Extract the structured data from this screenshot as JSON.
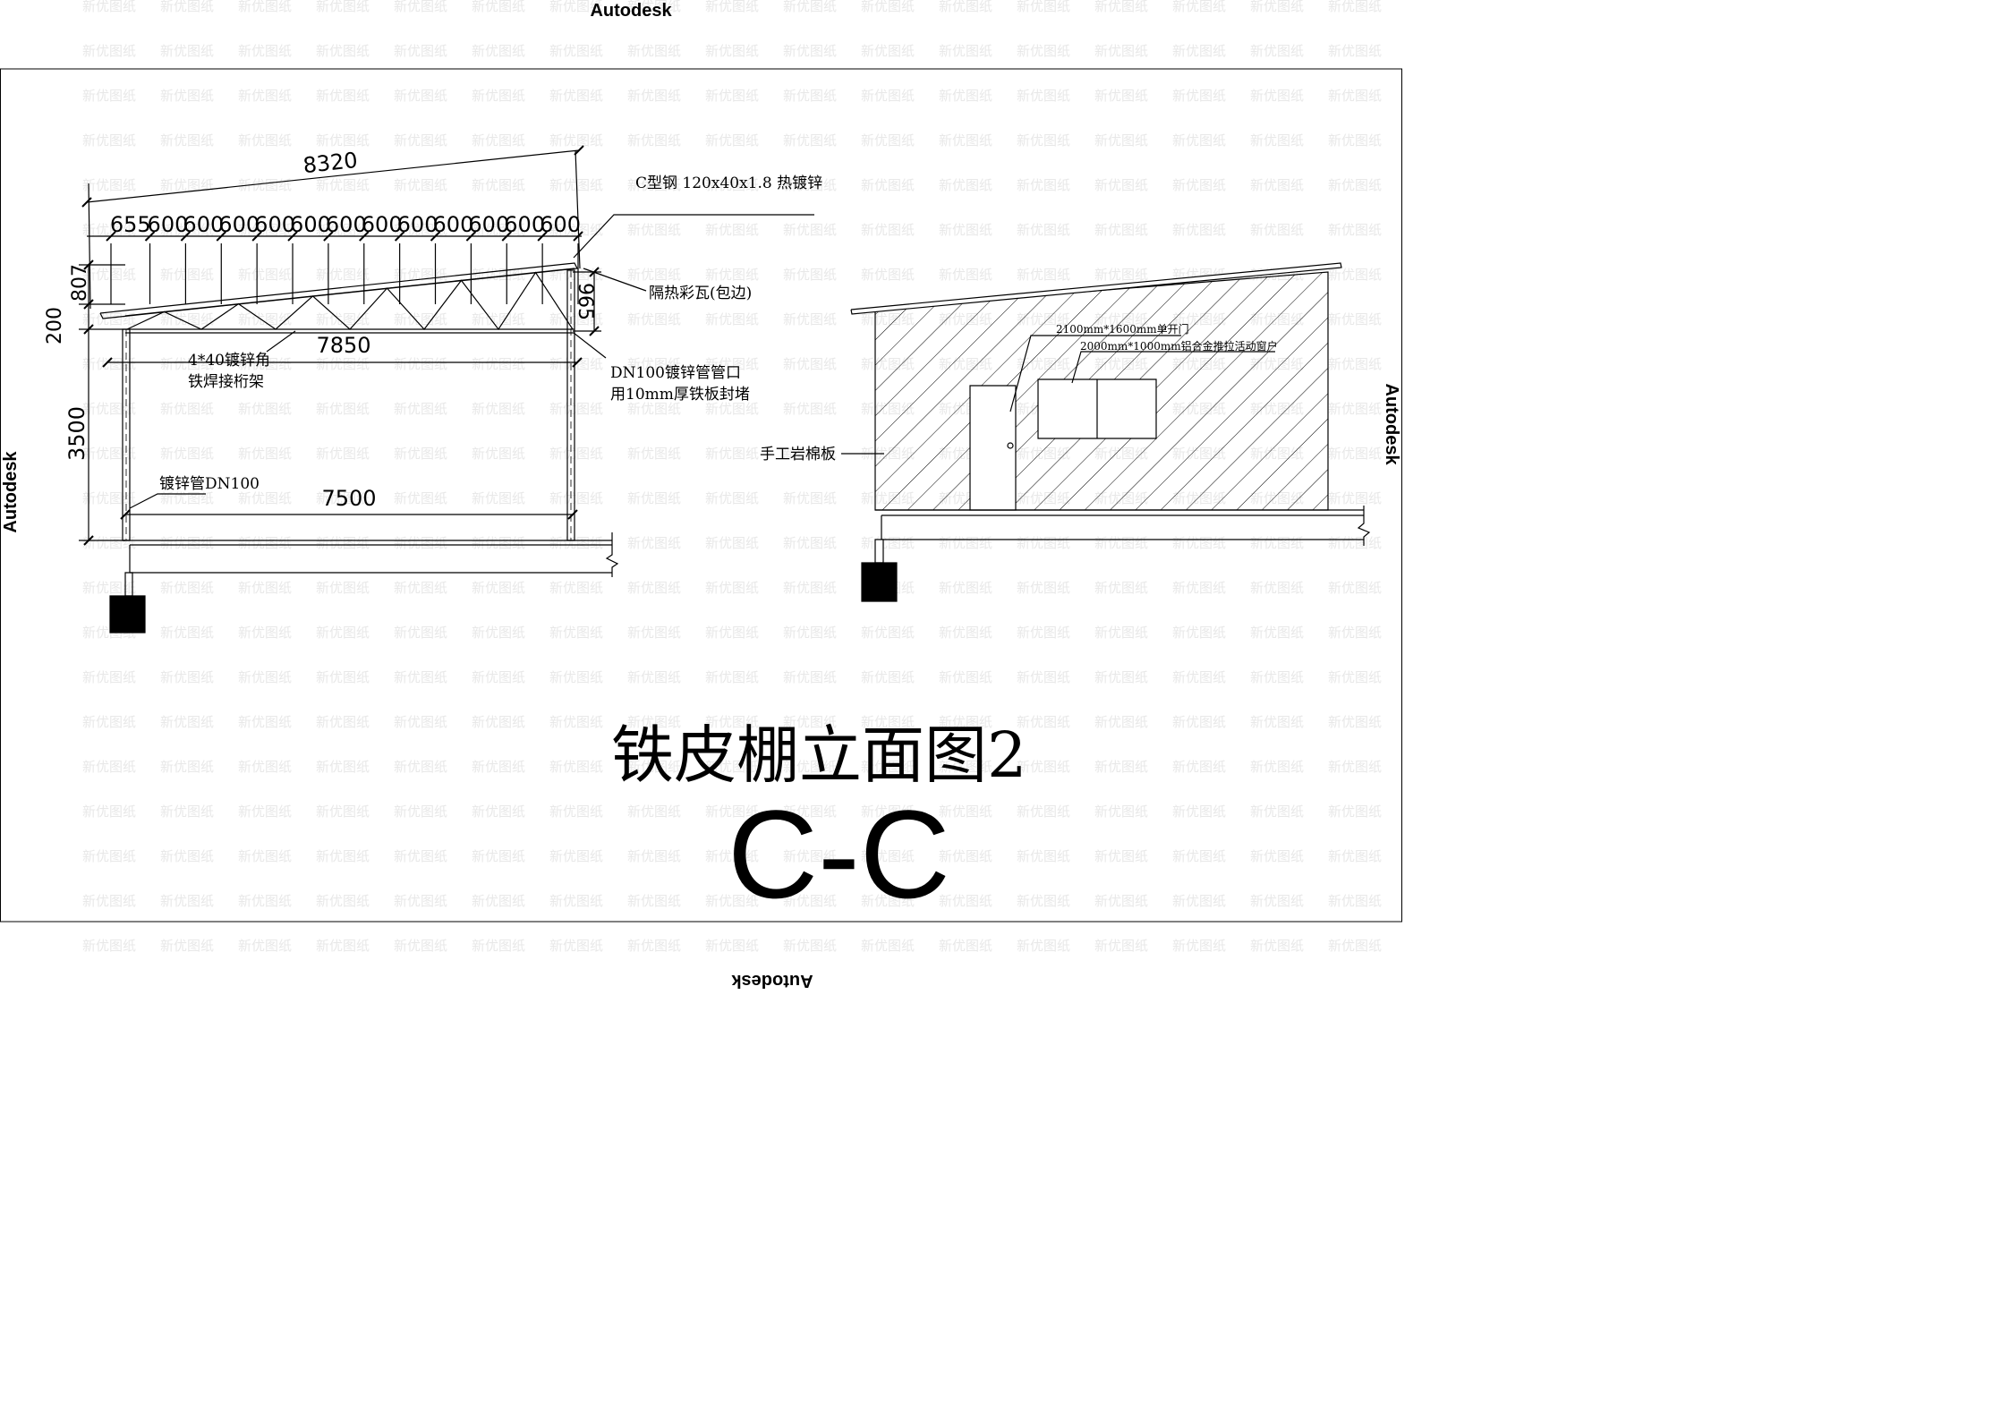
{
  "watermark": "新优图纸",
  "stamps": {
    "top": "Autodesk",
    "bottom": "Autodesk",
    "left": "Autodesk",
    "right": "Autodesk"
  },
  "elevation_left": {
    "dim_total_top": "8320",
    "spacings": [
      "655",
      "600",
      "600",
      "600",
      "600",
      "600",
      "600",
      "600",
      "600",
      "600",
      "600",
      "600",
      "600"
    ],
    "dim_left_807": "807",
    "dim_left_200": "200",
    "dim_left_3500": "3500",
    "dim_right_965": "965",
    "dim_truss_span": "7850",
    "dim_column_span": "7500",
    "note_c_steel": "C型钢 120x40x1.8 热镀锌",
    "note_roof_tile": "隔热彩瓦(包边)",
    "note_truss_line1": "4*40镀锌角",
    "note_truss_line2": "铁焊接桁架",
    "note_pipe_cap_line1": "DN100镀锌管管口",
    "note_pipe_cap_line2": "用10mm厚铁板封堵",
    "note_column": "镀锌管DN100"
  },
  "elevation_right": {
    "note_door": "2100mm*1600mm单开门",
    "note_window": "2000mm*1000mm铝合金推拉活动窗户",
    "note_wall": "手工岩棉板"
  },
  "drawing_title": "铁皮棚立面图2",
  "section_label": "C-C"
}
